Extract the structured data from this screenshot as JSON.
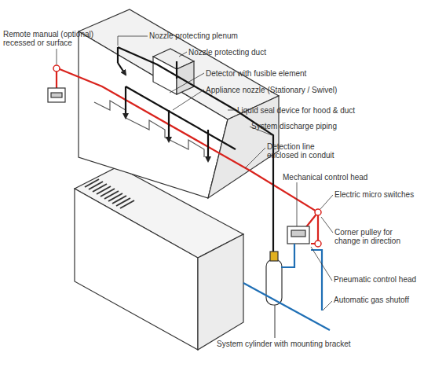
{
  "diagram": {
    "labels": [
      "Remote manual (optional) recessed or surface",
      "Nozzle protecting plenum",
      "Nozzle protecting duct",
      "Detector with fusible element",
      "Appliance nozzle (Stationary / Swivel)",
      "Liquid seal device for hood & duct",
      "System discharge piping",
      "Detection line enclosed in conduit",
      "Mechanical control head",
      "Electric micro switches",
      "Corner pulley for change in direction",
      "Pneumatic control head",
      "Automatic gas shutoff",
      "System cylinder with mounting bracket"
    ]
  }
}
